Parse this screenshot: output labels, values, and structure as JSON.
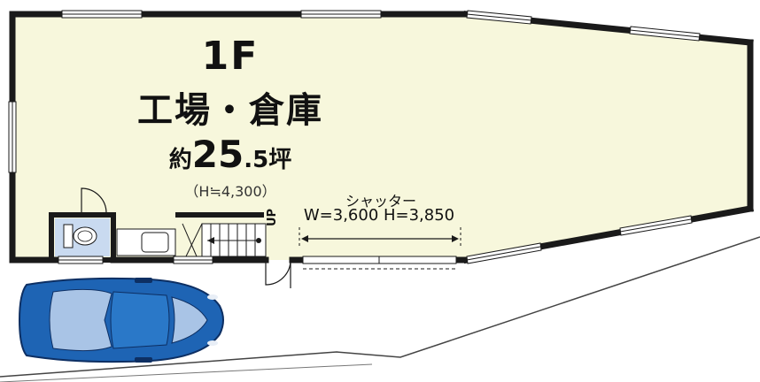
{
  "labels": {
    "floor": "1F",
    "use": "工場・倉庫",
    "area_prefix": "約",
    "area_big": "25",
    "area_small": ".5",
    "area_unit": "坪",
    "height": "（H≒4,300）",
    "shutter_name": "シャッター",
    "shutter_dims": "W=3,600 H=3,850",
    "stairs_up": "UP"
  },
  "colors": {
    "floor_fill": "#f7f7dc",
    "wall": "#1a1a1a",
    "toilet_room": "#c9daf0",
    "car_body": "#1e64b4",
    "car_glass": "#a9c4e6",
    "car_dark": "#0d2f63"
  }
}
